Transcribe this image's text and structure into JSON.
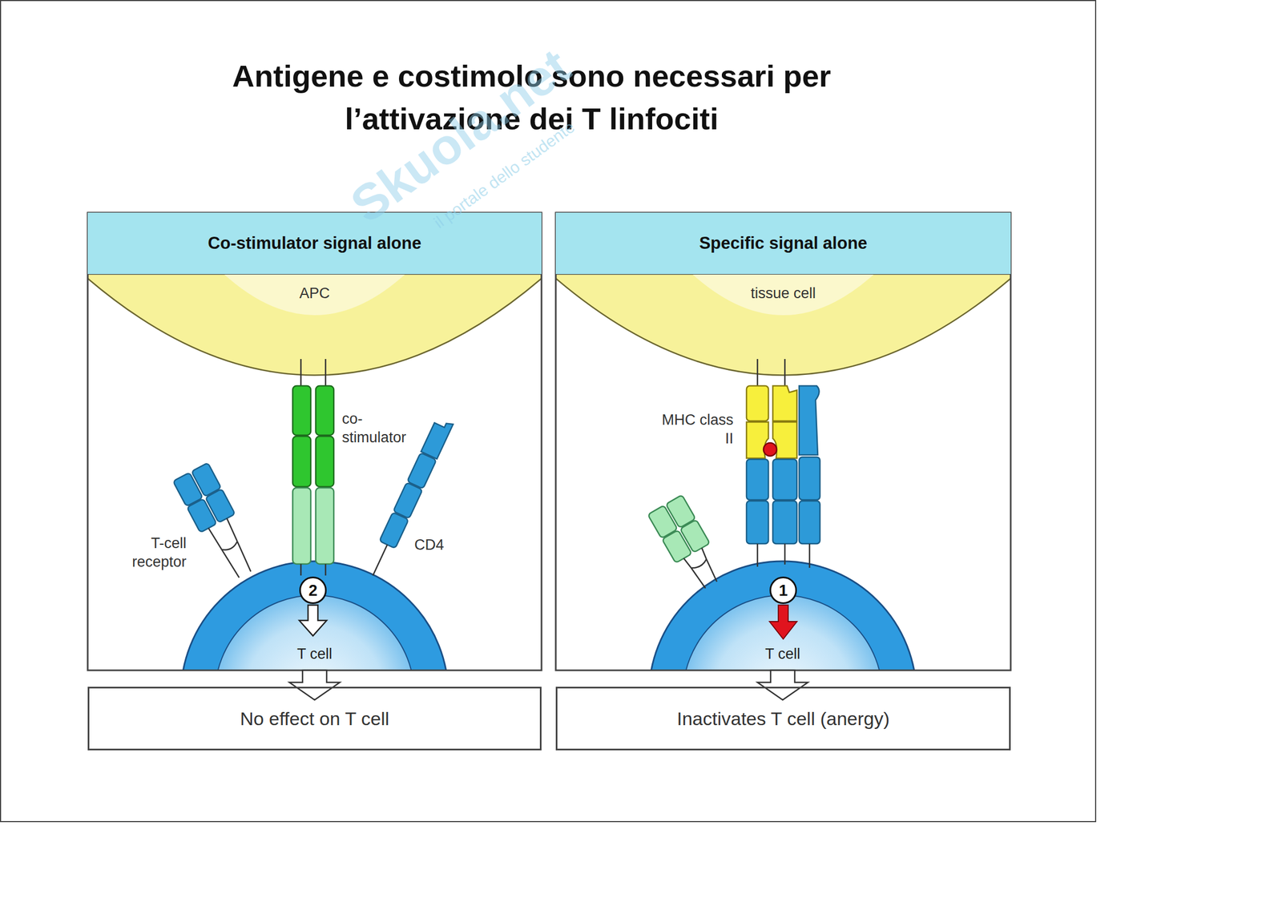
{
  "diagram": {
    "title": "Antigene e costimolo sono necessari per l’attivazione dei T linfociti",
    "nodes": [
      {
        "text": [
          "Co-stimulator signal alone"
        ]
      },
      {
        "text": [
          "APC"
        ]
      },
      {
        "text": [
          "T cell"
        ]
      },
      {
        "text": [
          "No effect on T cell"
        ]
      },
      {
        "text": [
          "Specific signal alone"
        ]
      },
      {
        "text": [
          "tissue cell"
        ]
      },
      {
        "text": [
          "T cell"
        ]
      },
      {
        "text": [
          "Inactivates T cell (anergy)"
        ]
      }
    ],
    "edges": [
      {
        "from": 2,
        "to": 3,
        "arrow": "to"
      },
      {
        "from": 6,
        "to": 7,
        "arrow": "to"
      }
    ],
    "labels": [
      "Skuola.net",
      "il portale dello studente",
      "T-cell receptor",
      "co- stimulator",
      "CD4",
      "2",
      "MHC class II",
      "1"
    ]
  }
}
